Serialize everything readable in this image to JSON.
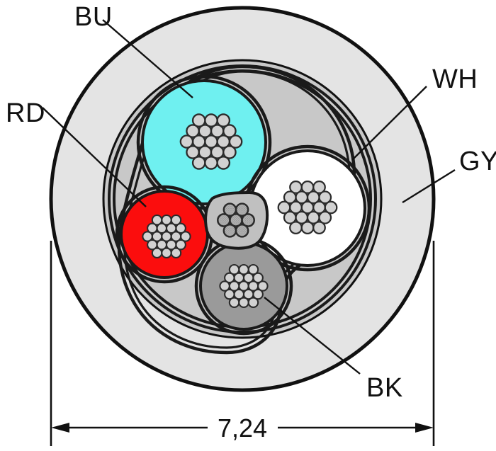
{
  "diagram": {
    "title": "Cable cross-section",
    "kind": "cable-cross-section",
    "labels": {
      "bu": "BU",
      "rd": "RD",
      "wh": "WH",
      "gy": "GY",
      "bk": "BK"
    },
    "dimension": {
      "value": "7,24",
      "unit_shown": false,
      "orientation": "horizontal",
      "measures": "outer-jacket-diameter"
    },
    "colors": {
      "background": "#ffffff",
      "outline": "#111111",
      "outer_jacket_gy": "#e4e4e4",
      "inner_filler": "#c8c8c8",
      "shield_braid": "#1a1a1a",
      "core_pocket": "#c0c0c0",
      "conductor_bu": "#6ff0f0",
      "conductor_rd": "#fb0d0d",
      "conductor_wh": "#ffffff",
      "conductor_bk": "#9a9a9a",
      "strand_fill": "#d2d2d2",
      "strand_stroke": "#2b2b2b",
      "filler_strand_fill": "#b4b4b4"
    },
    "layers": [
      {
        "name": "outer-jacket",
        "code": "GY",
        "color": "#e4e4e4"
      },
      {
        "name": "inner-filler",
        "code": "",
        "color": "#c8c8c8"
      },
      {
        "name": "shield-braid",
        "code": "",
        "color": "#1a1a1a"
      }
    ],
    "conductors": [
      {
        "code": "BU",
        "name": "conductor-blue",
        "color": "#6ff0f0",
        "strands": 19,
        "position": "top-left"
      },
      {
        "code": "WH",
        "name": "conductor-white",
        "color": "#ffffff",
        "strands": 19,
        "position": "right"
      },
      {
        "code": "RD",
        "name": "conductor-red",
        "color": "#fb0d0d",
        "strands": 19,
        "position": "left"
      },
      {
        "code": "BK",
        "name": "conductor-black",
        "color": "#9a9a9a",
        "strands": 19,
        "position": "bottom"
      }
    ],
    "center_filler": {
      "name": "central-filler",
      "strands": 7
    }
  }
}
